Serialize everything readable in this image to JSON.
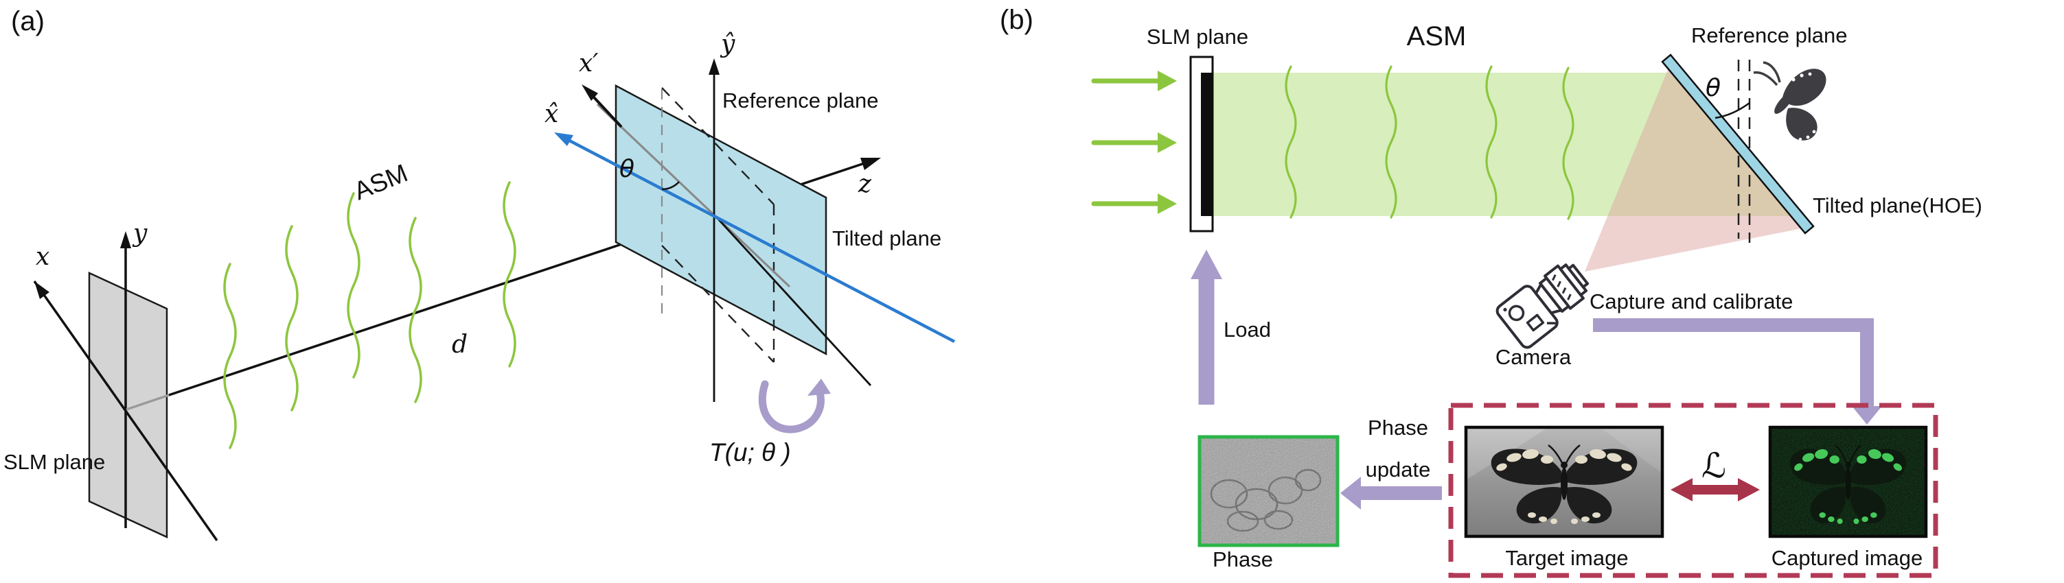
{
  "figure": {
    "panel_a": {
      "label": "(a)",
      "slm_plane_label": "SLM plane",
      "asm_label": "ASM",
      "axis_x": "x",
      "axis_y": "y",
      "axis_z": "z",
      "distance": "d",
      "axis_x_prime": "x′",
      "axis_x_hat": "x̂",
      "axis_y_hat": "ŷ",
      "theta": "θ",
      "reference_plane_label": "Reference plane",
      "tilted_plane_label": "Tilted plane",
      "tilt_operator": "T(u; θ )"
    },
    "panel_b": {
      "label": "(b)",
      "slm_plane_label": "SLM plane",
      "asm_label": "ASM",
      "reference_plane_label": "Reference plane",
      "theta": "θ",
      "tilted_plane_label": "Tilted plane(HOE)",
      "camera_label": "Camera",
      "capture_label": "Capture and calibrate",
      "load_label": "Load",
      "phase_update_line1": "Phase",
      "phase_update_line2": "update",
      "phase_label": "Phase",
      "target_label": "Target image",
      "captured_label": "Captured image",
      "loss_symbol": "ℒ"
    },
    "icons": {
      "camera": "camera-icon",
      "butterfly_on_hoe": "butterfly-icon",
      "rotation": "rotate-arrow-icon",
      "loss_arrow": "double-headed-arrow-icon"
    },
    "colors": {
      "wave_green": "#8cc63e",
      "beam_green": "#d8eebc",
      "arrow_purple": "#a89cca",
      "box_red": "#b23a56",
      "loss_red": "#a8344a",
      "plane_blue": "#b8dfe9",
      "slab_blue": "#9dd5e5",
      "axis_blue": "#2b7cd0",
      "slm_gray": "#d4d4d4",
      "phase_border_green": "#2cb54a"
    }
  }
}
